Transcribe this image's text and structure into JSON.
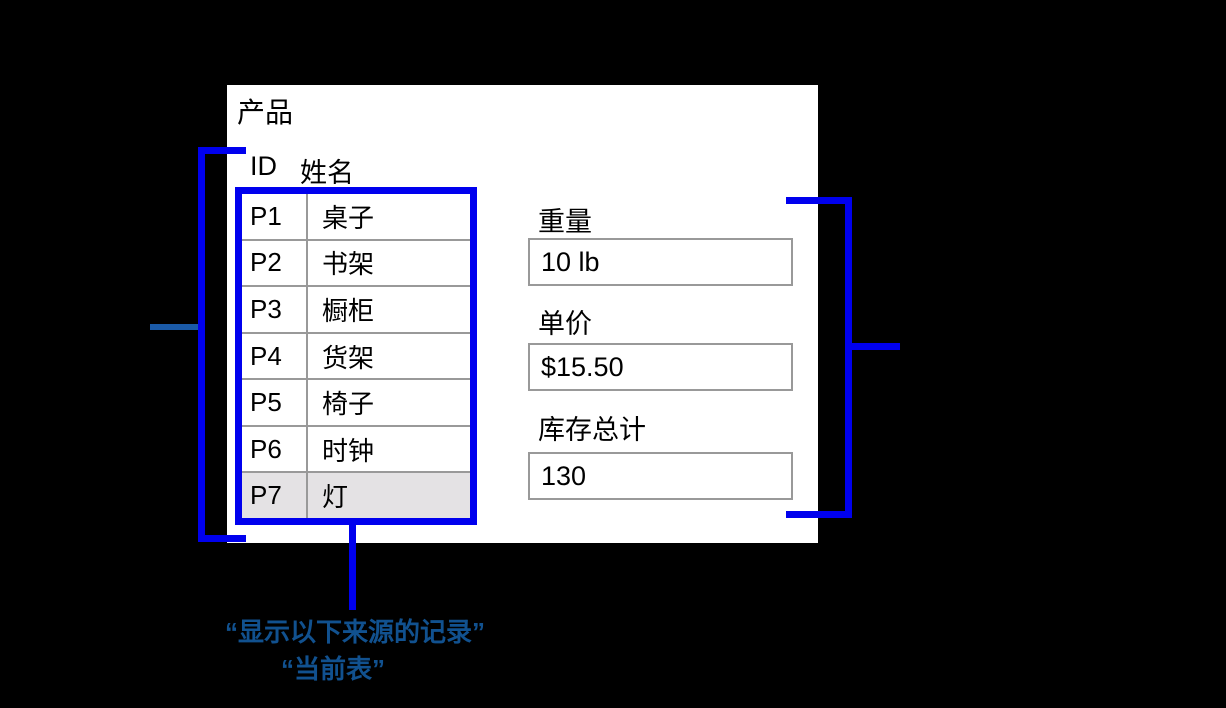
{
  "window": {
    "title": "产品",
    "list": {
      "columns": [
        "ID",
        "姓名"
      ],
      "rows": [
        {
          "id": "P1",
          "name": "桌子"
        },
        {
          "id": "P2",
          "name": "书架"
        },
        {
          "id": "P3",
          "name": "橱柜"
        },
        {
          "id": "P4",
          "name": "货架"
        },
        {
          "id": "P5",
          "name": "椅子"
        },
        {
          "id": "P6",
          "name": "时钟"
        },
        {
          "id": "P7",
          "name": "灯"
        }
      ],
      "selected_row_id": "P7"
    },
    "fields": [
      {
        "label": "重量",
        "value": "10 lb"
      },
      {
        "label": "单价",
        "value": "$15.50"
      },
      {
        "label": "库存总计",
        "value": "130"
      }
    ]
  },
  "annotations": {
    "callout_line1": "“显示以下来源的记录”",
    "callout_line2": "“当前表”"
  },
  "colors": {
    "bracket_blue": "#0000ee",
    "tick_dark_blue": "#1a5aa8",
    "callout_text_blue": "#11518f",
    "selected_row_bg": "#e4e2e4",
    "field_border_gray": "#999999",
    "background": "#000000",
    "window_bg": "#ffffff"
  }
}
